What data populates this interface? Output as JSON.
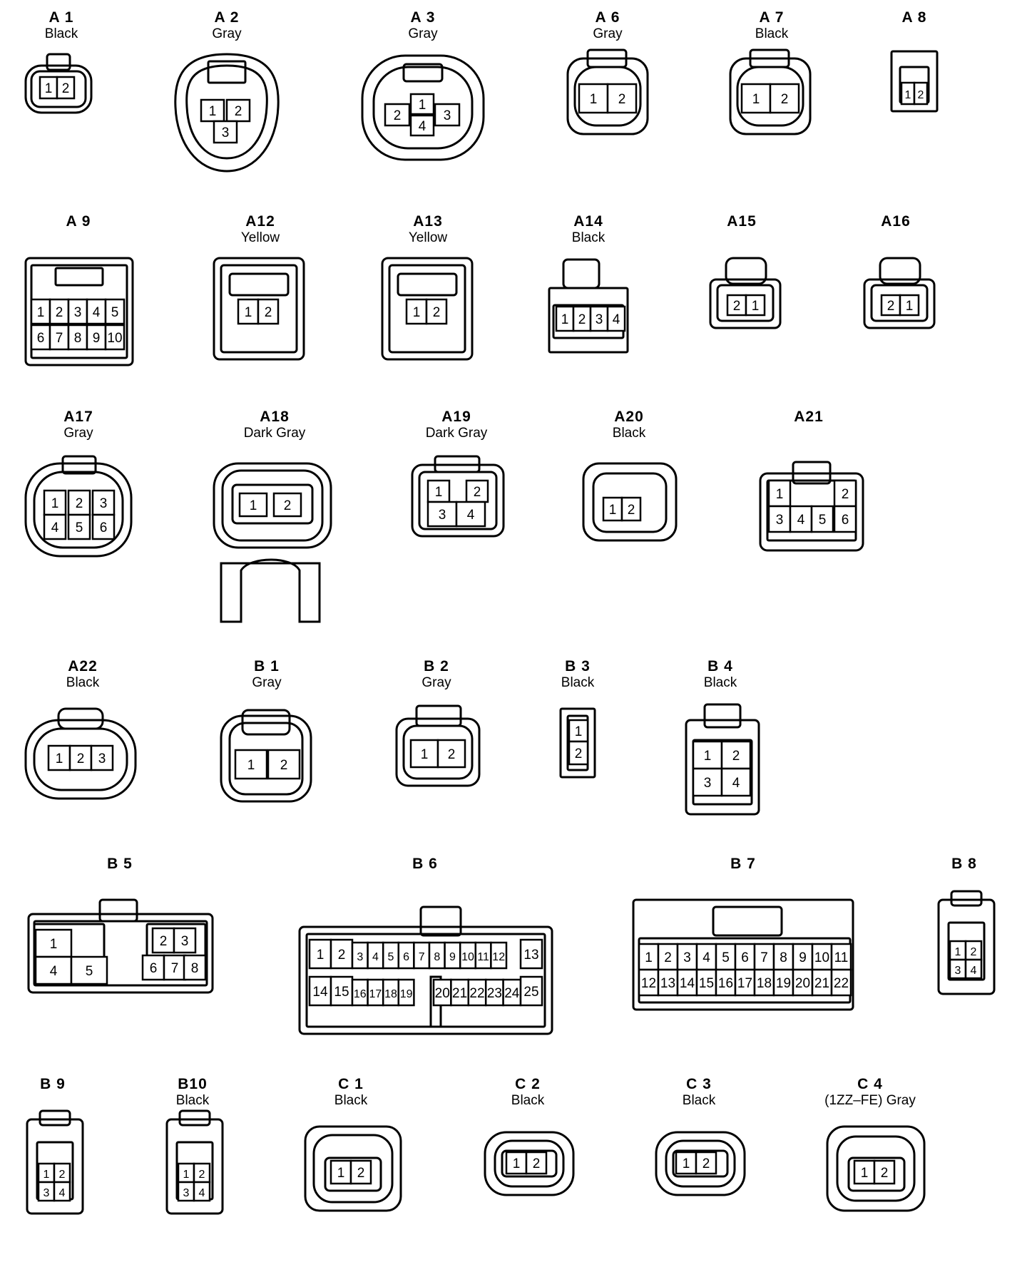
{
  "connectors": [
    {
      "id": "A 1",
      "color": "Black",
      "pins": [
        "1",
        "2"
      ]
    },
    {
      "id": "A 2",
      "color": "Gray",
      "pins": [
        "1",
        "2",
        "3"
      ]
    },
    {
      "id": "A 3",
      "color": "Gray",
      "pins": [
        "1",
        "2",
        "3",
        "4"
      ]
    },
    {
      "id": "A 6",
      "color": "Gray",
      "pins": [
        "1",
        "2"
      ]
    },
    {
      "id": "A 7",
      "color": "Black",
      "pins": [
        "1",
        "2"
      ]
    },
    {
      "id": "A 8",
      "color": "",
      "pins": [
        "1",
        "2"
      ]
    },
    {
      "id": "A 9",
      "color": "",
      "pins": [
        "1",
        "2",
        "3",
        "4",
        "5",
        "6",
        "7",
        "8",
        "9",
        "10"
      ]
    },
    {
      "id": "A12",
      "color": "Yellow",
      "pins": [
        "1",
        "2"
      ]
    },
    {
      "id": "A13",
      "color": "Yellow",
      "pins": [
        "1",
        "2"
      ]
    },
    {
      "id": "A14",
      "color": "Black",
      "pins": [
        "1",
        "2",
        "3",
        "4"
      ]
    },
    {
      "id": "A15",
      "color": "",
      "pins": [
        "2",
        "1"
      ]
    },
    {
      "id": "A16",
      "color": "",
      "pins": [
        "2",
        "1"
      ]
    },
    {
      "id": "A17",
      "color": "Gray",
      "pins": [
        "1",
        "2",
        "3",
        "4",
        "5",
        "6"
      ]
    },
    {
      "id": "A18",
      "color": "Dark Gray",
      "pins": [
        "1",
        "2"
      ]
    },
    {
      "id": "A19",
      "color": "Dark Gray",
      "pins": [
        "1",
        "2",
        "3",
        "4"
      ]
    },
    {
      "id": "A20",
      "color": "Black",
      "pins": [
        "1",
        "2"
      ]
    },
    {
      "id": "A21",
      "color": "",
      "pins": [
        "1",
        "2",
        "3",
        "4",
        "5",
        "6"
      ]
    },
    {
      "id": "A22",
      "color": "Black",
      "pins": [
        "1",
        "2",
        "3"
      ]
    },
    {
      "id": "B 1",
      "color": "Gray",
      "pins": [
        "1",
        "2"
      ]
    },
    {
      "id": "B 2",
      "color": "Gray",
      "pins": [
        "1",
        "2"
      ]
    },
    {
      "id": "B 3",
      "color": "Black",
      "pins": [
        "1",
        "2"
      ]
    },
    {
      "id": "B 4",
      "color": "Black",
      "pins": [
        "1",
        "2",
        "3",
        "4"
      ]
    },
    {
      "id": "B 5",
      "color": "",
      "pins": [
        "1",
        "2",
        "3",
        "4",
        "5",
        "6",
        "7",
        "8"
      ]
    },
    {
      "id": "B 6",
      "color": "",
      "pins": [
        "1",
        "2",
        "3",
        "4",
        "5",
        "6",
        "7",
        "8",
        "9",
        "10",
        "11",
        "12",
        "13",
        "14",
        "15",
        "16",
        "17",
        "18",
        "19",
        "20",
        "21",
        "22",
        "23",
        "24",
        "25"
      ]
    },
    {
      "id": "B 7",
      "color": "",
      "pins": [
        "1",
        "2",
        "3",
        "4",
        "5",
        "6",
        "7",
        "8",
        "9",
        "10",
        "11",
        "12",
        "13",
        "14",
        "15",
        "16",
        "17",
        "18",
        "19",
        "20",
        "21",
        "22"
      ]
    },
    {
      "id": "B 8",
      "color": "",
      "pins": [
        "1",
        "2",
        "3",
        "4"
      ]
    },
    {
      "id": "B 9",
      "color": "",
      "pins": [
        "1",
        "2",
        "3",
        "4"
      ]
    },
    {
      "id": "B10",
      "color": "Black",
      "pins": [
        "1",
        "2",
        "3",
        "4"
      ]
    },
    {
      "id": "C 1",
      "color": "Black",
      "pins": [
        "1",
        "2"
      ]
    },
    {
      "id": "C 2",
      "color": "Black",
      "pins": [
        "1",
        "2"
      ]
    },
    {
      "id": "C 3",
      "color": "Black",
      "pins": [
        "1",
        "2"
      ]
    },
    {
      "id": "C 4",
      "color": "(1ZZ–FE)  Gray",
      "pins": [
        "1",
        "2"
      ]
    }
  ]
}
